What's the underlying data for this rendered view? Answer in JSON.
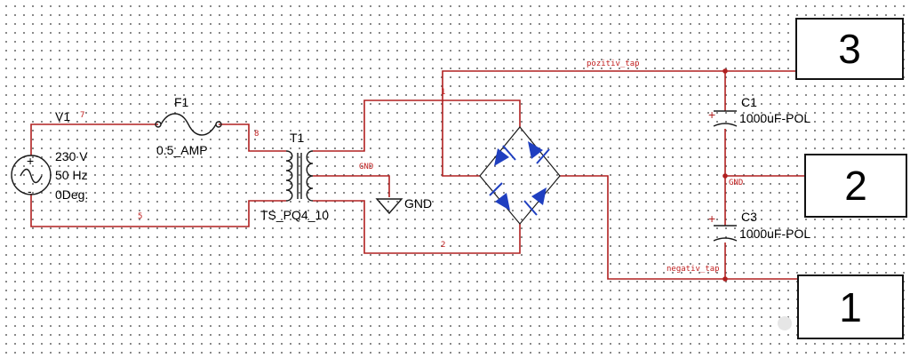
{
  "source": {
    "ref": "V1",
    "pin_top": "7",
    "pin_bottom": "5",
    "voltage": "230 V",
    "frequency": "50 Hz",
    "phase": "0Deg.",
    "plus": "+",
    "minus": "-"
  },
  "fuse": {
    "ref": "F1",
    "value": "0.5_AMP",
    "pin": "8"
  },
  "transformer": {
    "ref": "T1",
    "model": "TS_PQ4_10"
  },
  "gnd": {
    "net_label": "GND",
    "symbol_label": "GND"
  },
  "nets": {
    "top": "1",
    "bottom": "2",
    "positive": "pozitiv_tap",
    "negative": "negativ_tap",
    "mid": "GND"
  },
  "capacitors": [
    {
      "ref": "C1",
      "value": "1000uF-POL",
      "polarity": "+"
    },
    {
      "ref": "C3",
      "value": "1000uF-POL",
      "polarity": "+"
    }
  ],
  "terminals": [
    "3",
    "2",
    "1"
  ],
  "colors": {
    "wire": "#b02020",
    "diode": "#1f3fc0",
    "netlabel": "#c02020"
  }
}
